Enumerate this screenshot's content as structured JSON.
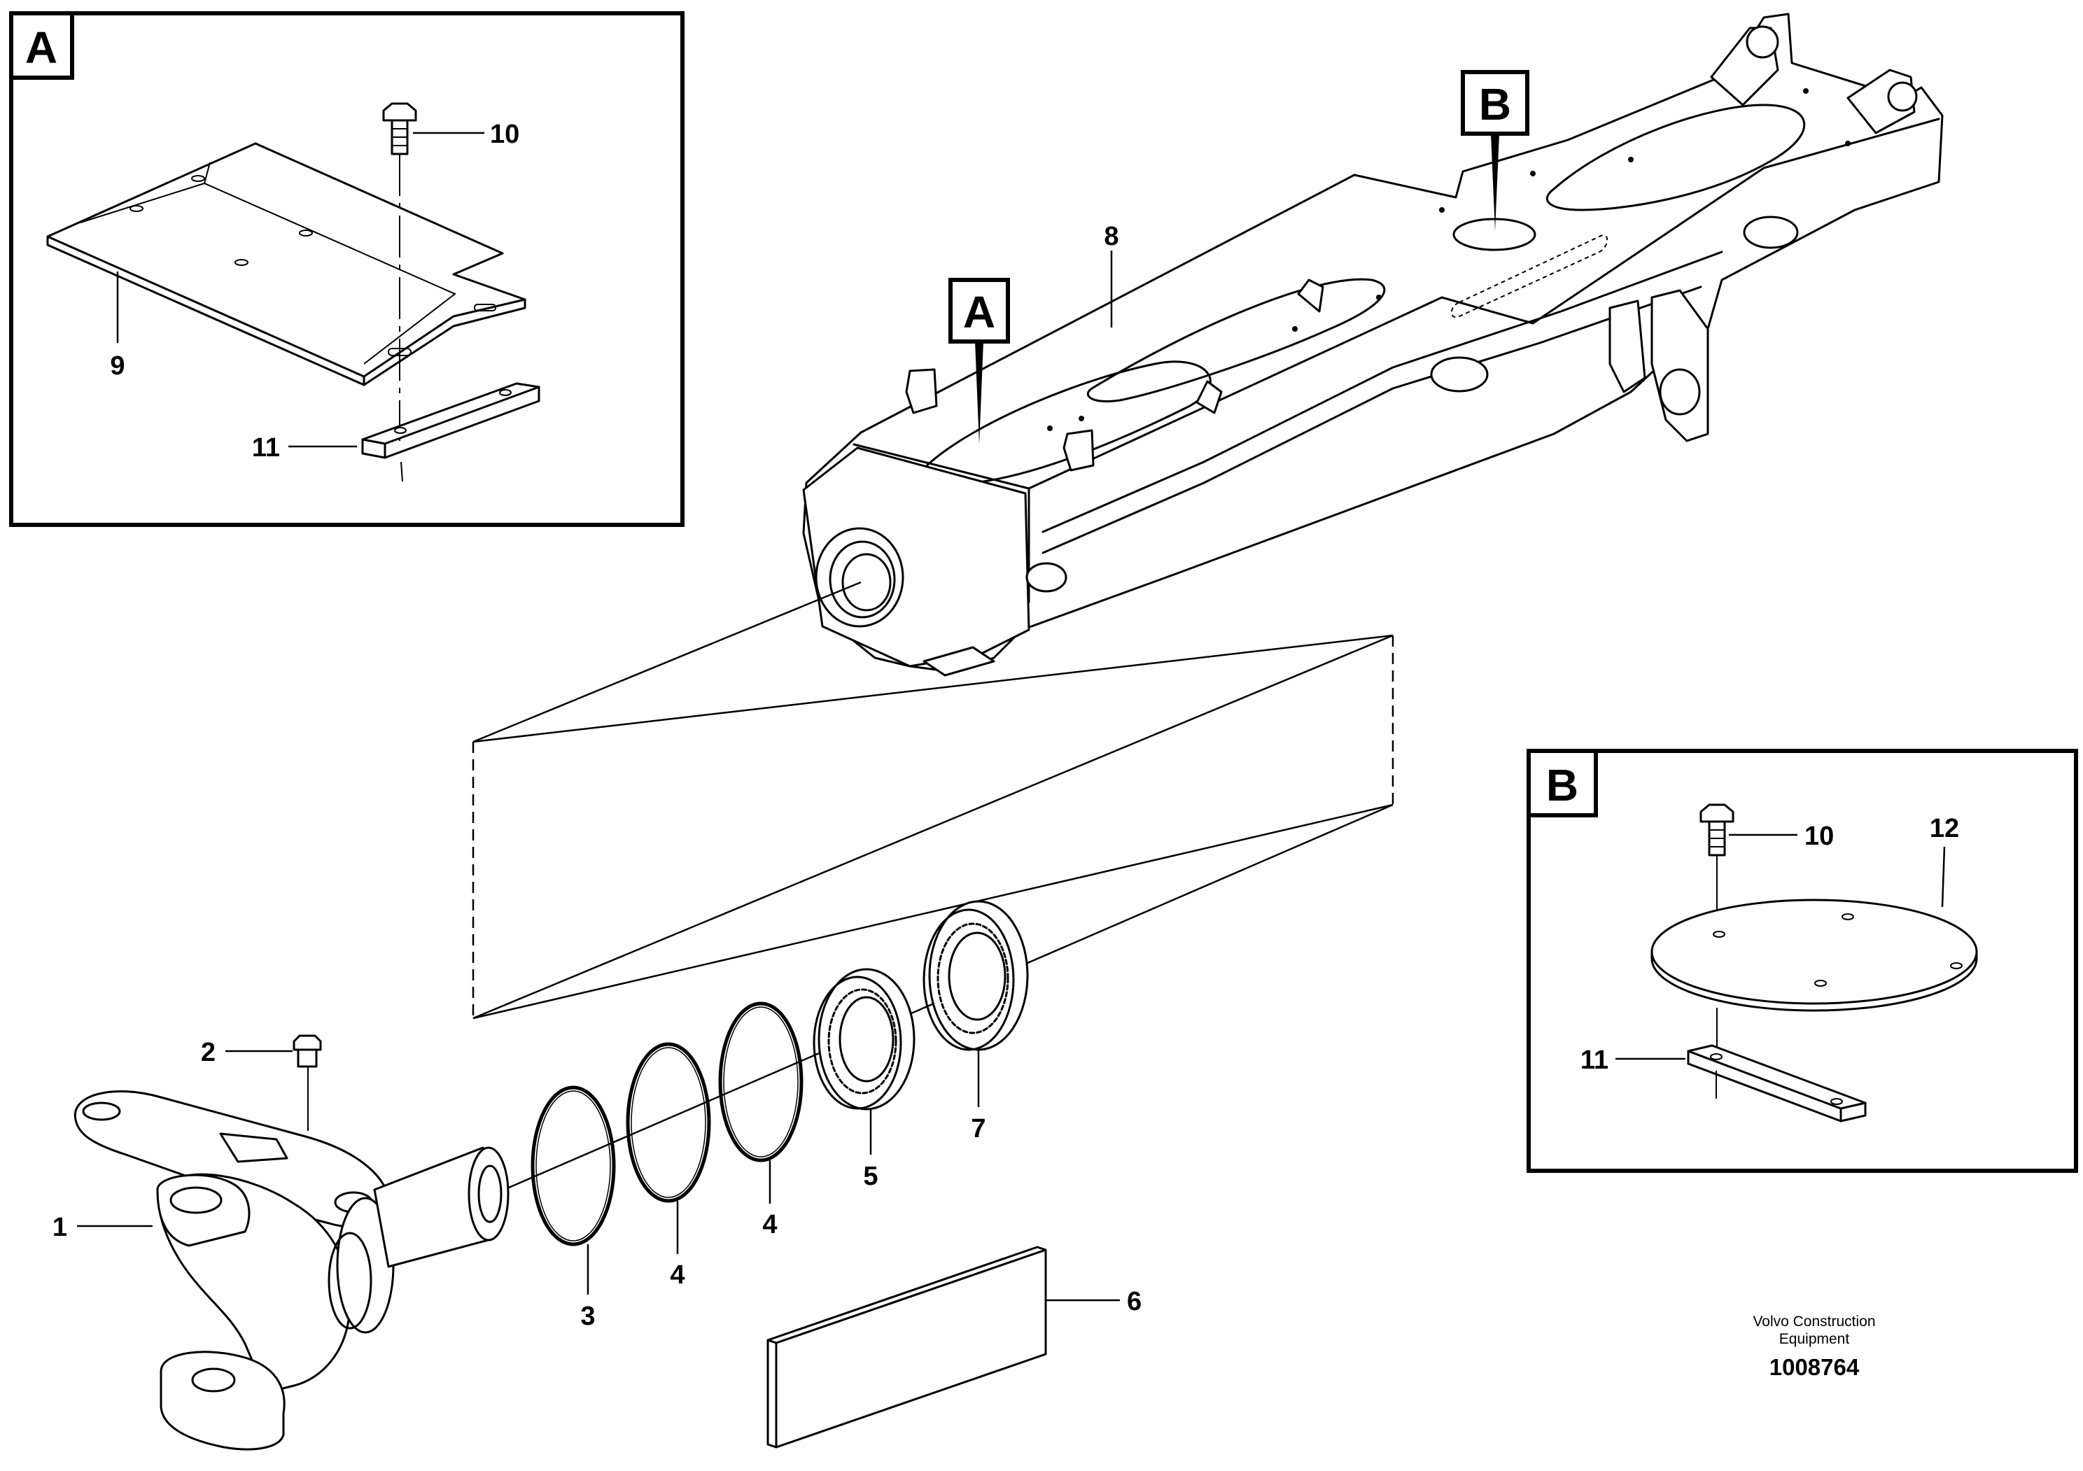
{
  "detail_a": {
    "tag": "A",
    "callouts": {
      "bolt": "10",
      "cover_plate": "9",
      "backing_bar": "11"
    }
  },
  "detail_b": {
    "tag": "B",
    "callouts": {
      "bolt": "10",
      "round_cover": "12",
      "backing_bar": "11"
    }
  },
  "frame": {
    "callout": "8",
    "tag_a": "A",
    "tag_b": "B"
  },
  "parts": {
    "steering_knuckle": "1",
    "plug": "2",
    "o_ring": "3",
    "ring_4a": "4",
    "ring_4b": "4",
    "bearing_5": "5",
    "shim_pack": "6",
    "bearing_7": "7"
  },
  "footer": {
    "line1": "Volvo Construction",
    "line2": "Equipment",
    "number": "1008764"
  }
}
